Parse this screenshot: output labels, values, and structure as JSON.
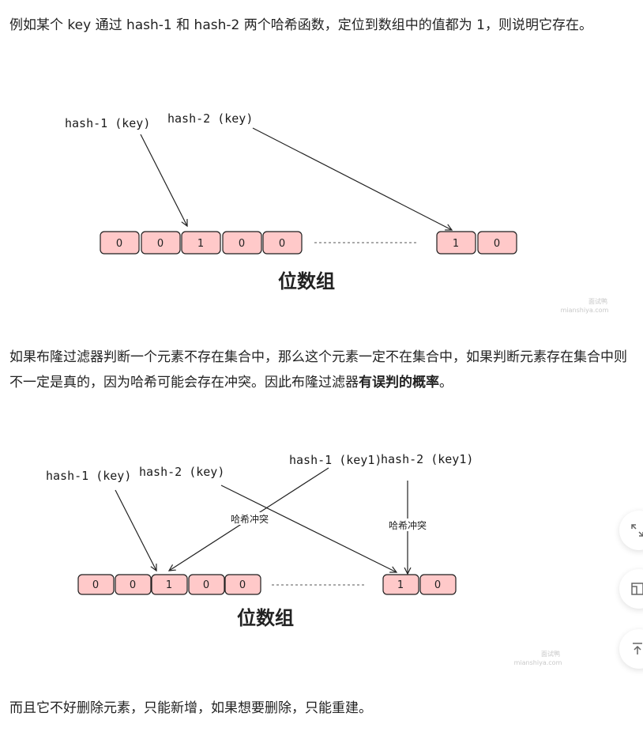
{
  "paragraphs": {
    "p1": "例如某个 key 通过 hash-1 和 hash-2 两个哈希函数，定位到数组中的值都为 1，则说明它存在。",
    "p2_before": "如果布隆过滤器判断一个元素不存在集合中，那么这个元素一定不在集合中，如果判断元素存在集合中则不一定是真的，因为哈希可能会存在冲突。因此布隆过滤器",
    "p2_bold": "有误判的概率",
    "p2_after": "。",
    "p3": "而且它不好删除元素，只能新增，如果想要删除，只能重建。"
  },
  "figure1": {
    "label_hash1": "hash-1 (key)",
    "label_hash2": "hash-2 (key)",
    "cells_left": [
      "0",
      "0",
      "1",
      "0",
      "0"
    ],
    "cells_right": [
      "1",
      "0"
    ],
    "caption": "位数组",
    "watermark_line1": "面试鸭",
    "watermark_line2": "mianshiya.com"
  },
  "figure2": {
    "label_hash1_key": "hash-1 (key)",
    "label_hash2_key": "hash-2 (key)",
    "label_hash1_key1": "hash-1 (key1)",
    "label_hash2_key1": "hash-2 (key1)",
    "collision_label_1": "哈希冲突",
    "collision_label_2": "哈希冲突",
    "cells_left": [
      "0",
      "0",
      "1",
      "0",
      "0"
    ],
    "cells_right": [
      "1",
      "0"
    ],
    "caption": "位数组",
    "watermark_line1": "面试鸭",
    "watermark_line2": "mianshiya.com"
  },
  "colors": {
    "cell_fill": "#ffc9c9",
    "cell_stroke": "#1e1e1e"
  },
  "icons": {
    "expand": "expand-icon",
    "note": "note-icon",
    "back_to_top": "arrow-up-icon"
  }
}
